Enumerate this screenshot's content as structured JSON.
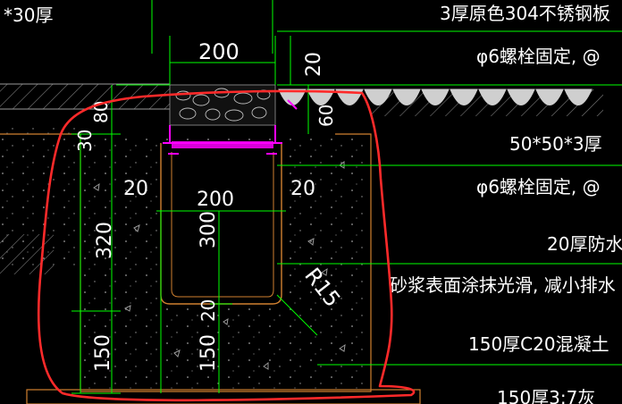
{
  "drawing": {
    "top_left_note": "*30厚",
    "dimensions": {
      "top_width": "200",
      "inner_width": "200",
      "top_right_vertical": "20",
      "lip_height": "60",
      "left_30": "30",
      "left_80": "80",
      "left_wall": "20",
      "right_wall": "20",
      "left_height": "320",
      "inner_depth": "300",
      "bottom_left": "150",
      "bottom_mid": "150",
      "bottom_20": "20",
      "radius": "R15"
    },
    "notes": [
      "3厚原色304不锈钢板",
      "φ6螺栓固定, @",
      "50*50*3厚",
      "φ6螺栓固定, @",
      "20厚防水",
      "砂浆表面涂抹光滑, 减小排水",
      "150厚C20混凝土",
      "150厚3:7灰"
    ],
    "colors": {
      "background": "#000000",
      "dimension_line": "#00ff00",
      "markup": "#ff2a2a",
      "grate": "#ff00ff",
      "text": "#ffffff",
      "concrete_edge": "#d08030",
      "hatch": "#8a8a8a"
    }
  }
}
